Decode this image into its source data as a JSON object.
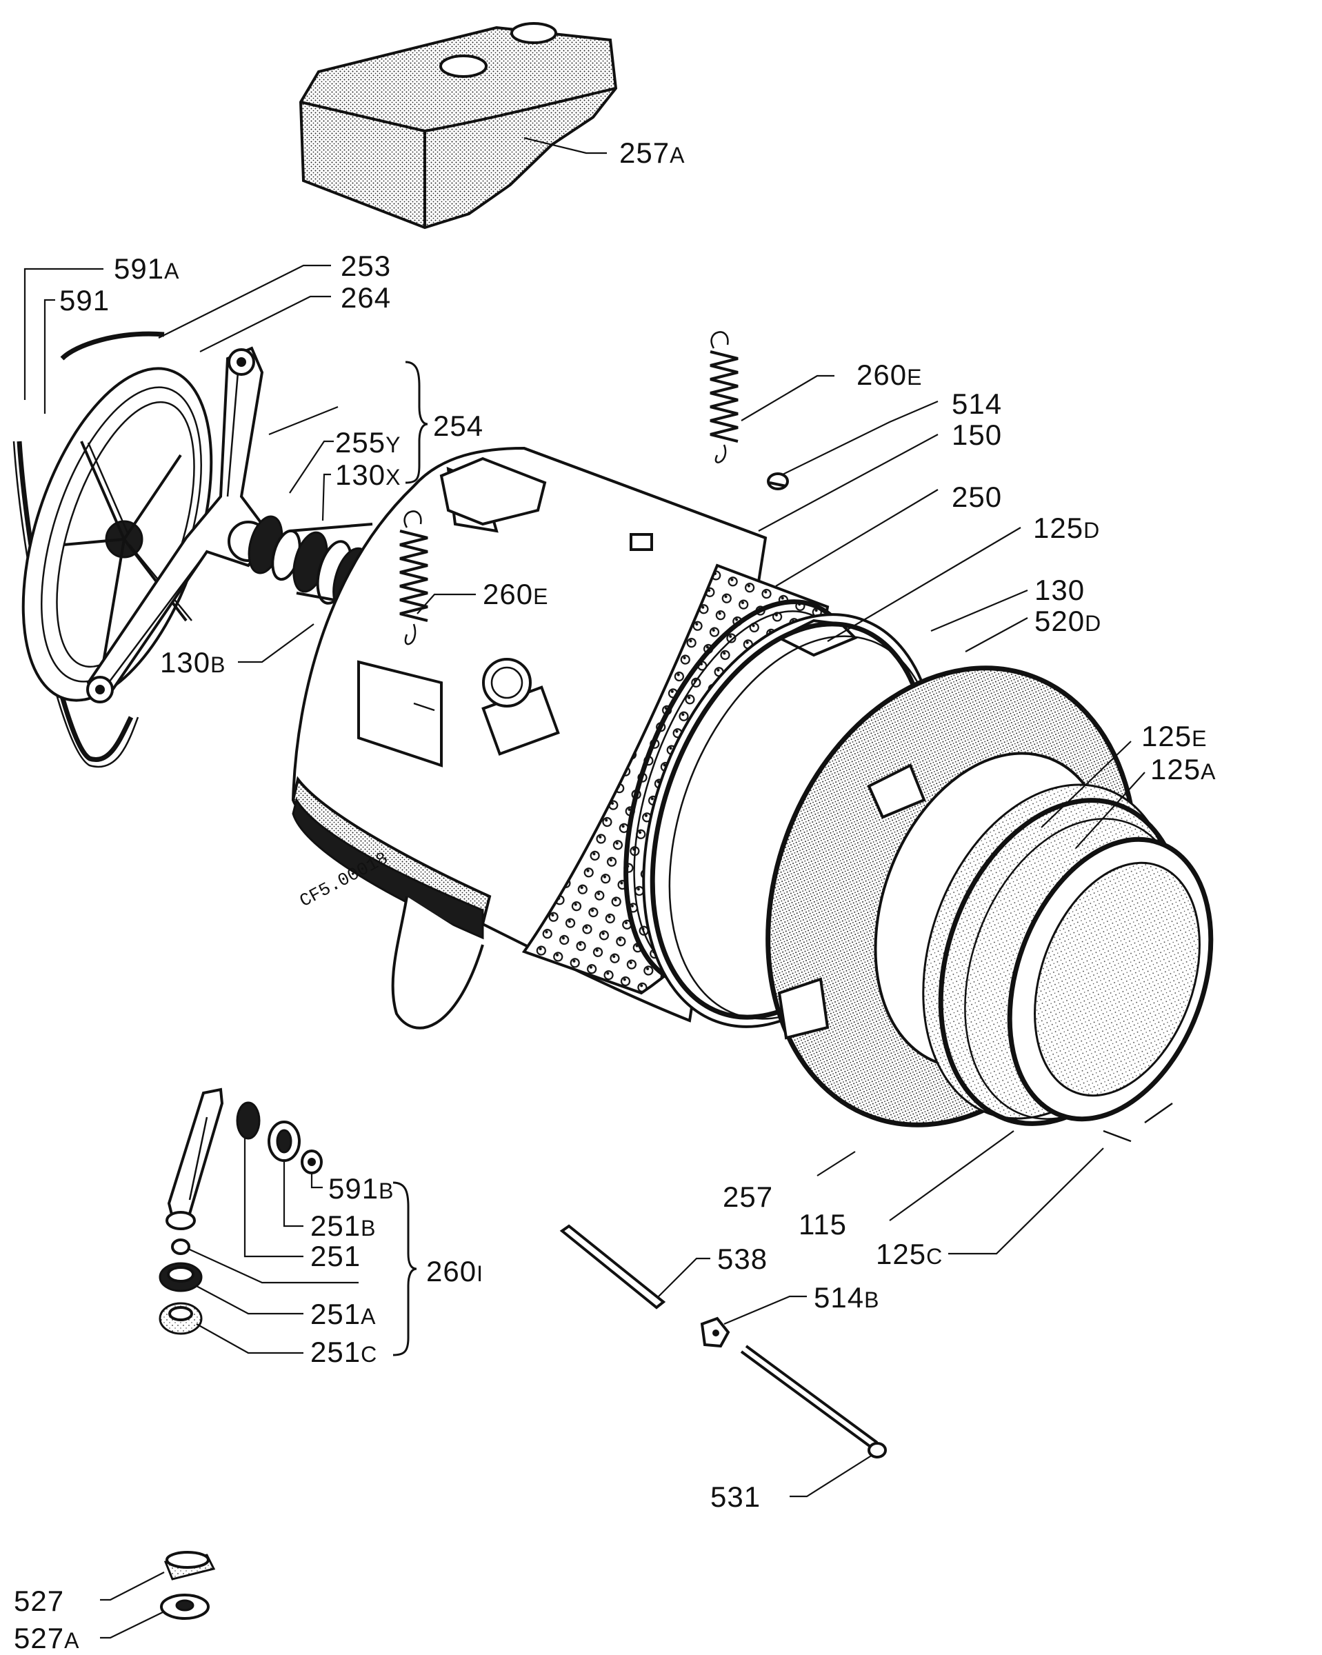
{
  "diagram": {
    "drawing_code": "CF5.00018",
    "labels": [
      {
        "id": "257a",
        "num": "257",
        "suffix": "A"
      },
      {
        "id": "591a",
        "num": "591",
        "suffix": "A"
      },
      {
        "id": "591",
        "num": "591",
        "suffix": ""
      },
      {
        "id": "253",
        "num": "253",
        "suffix": ""
      },
      {
        "id": "264",
        "num": "264",
        "suffix": ""
      },
      {
        "id": "254",
        "num": "254",
        "suffix": ""
      },
      {
        "id": "255y",
        "num": "255",
        "suffix": "Y"
      },
      {
        "id": "130x",
        "num": "130",
        "suffix": "X"
      },
      {
        "id": "130b",
        "num": "130",
        "suffix": "B"
      },
      {
        "id": "260e-top",
        "num": "260",
        "suffix": "E"
      },
      {
        "id": "514",
        "num": "514",
        "suffix": ""
      },
      {
        "id": "150",
        "num": "150",
        "suffix": ""
      },
      {
        "id": "250",
        "num": "250",
        "suffix": ""
      },
      {
        "id": "125d",
        "num": "125",
        "suffix": "D"
      },
      {
        "id": "260e-mid",
        "num": "260",
        "suffix": "E"
      },
      {
        "id": "130",
        "num": "130",
        "suffix": ""
      },
      {
        "id": "520d",
        "num": "520",
        "suffix": "D"
      },
      {
        "id": "125e",
        "num": "125",
        "suffix": "E"
      },
      {
        "id": "125a",
        "num": "125",
        "suffix": "A"
      },
      {
        "id": "591b",
        "num": "591",
        "suffix": "B"
      },
      {
        "id": "251b",
        "num": "251",
        "suffix": "B"
      },
      {
        "id": "251",
        "num": "251",
        "suffix": ""
      },
      {
        "id": "260i",
        "num": "260",
        "suffix": "I"
      },
      {
        "id": "251a",
        "num": "251",
        "suffix": "A"
      },
      {
        "id": "251c",
        "num": "251",
        "suffix": "C"
      },
      {
        "id": "257",
        "num": "257",
        "suffix": ""
      },
      {
        "id": "115",
        "num": "115",
        "suffix": ""
      },
      {
        "id": "125c",
        "num": "125",
        "suffix": "C"
      },
      {
        "id": "538",
        "num": "538",
        "suffix": ""
      },
      {
        "id": "514b",
        "num": "514",
        "suffix": "B"
      },
      {
        "id": "531",
        "num": "531",
        "suffix": ""
      },
      {
        "id": "527",
        "num": "527",
        "suffix": ""
      },
      {
        "id": "527a",
        "num": "527",
        "suffix": "A"
      }
    ]
  }
}
